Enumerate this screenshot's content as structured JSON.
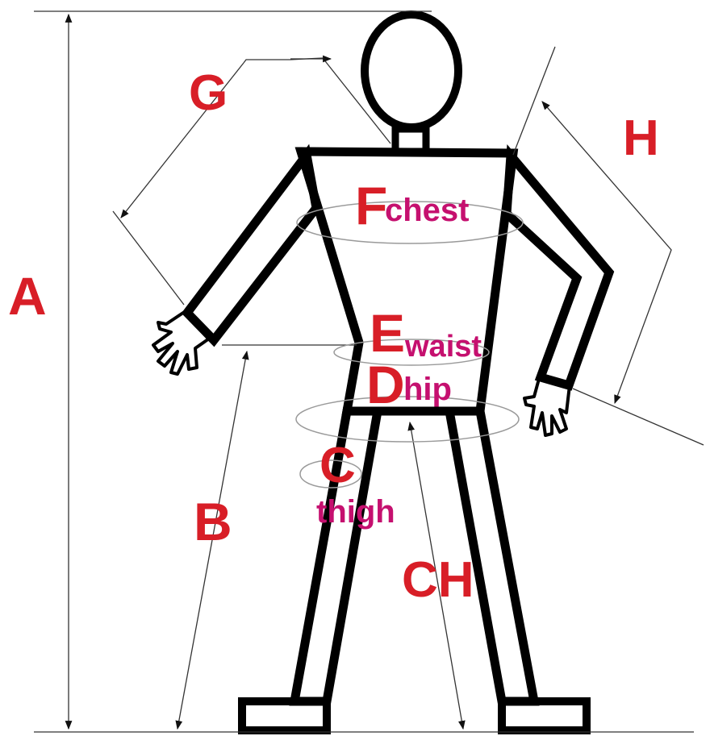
{
  "labels": {
    "A": "A",
    "B": "B",
    "C": "C",
    "C_sub": "thigh",
    "CH": "CH",
    "D": "D",
    "D_sub": "hip",
    "E": "E",
    "E_sub": "waist",
    "F": "F",
    "F_sub": "chest",
    "G": "G",
    "H": "H"
  },
  "colors": {
    "letter": "#d81e27",
    "sub_label": "#c5106f",
    "figure": "#000000"
  }
}
